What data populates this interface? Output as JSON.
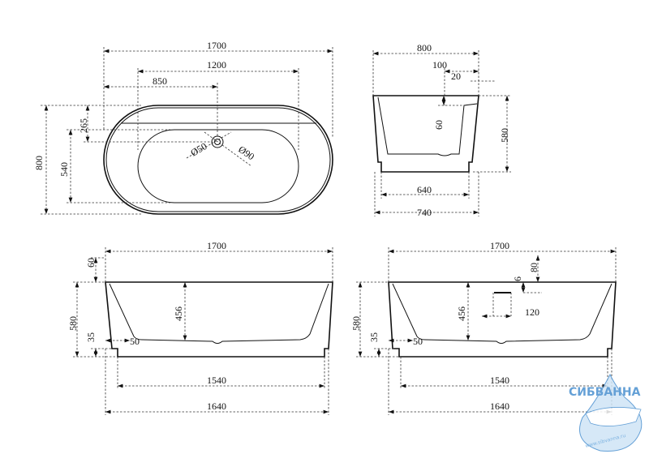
{
  "plan_view": {
    "overall_length": "1700",
    "basin_length": "1200",
    "drain_offset": "850",
    "overall_width": "800",
    "basin_width": "540",
    "drain_side_offset": "265",
    "drain_diameter_small": "Ø50",
    "drain_diameter_large": "Ø90"
  },
  "end_view": {
    "overall_width": "800",
    "rim_width": "100",
    "rim_lip": "20",
    "rim_depth": "60",
    "height": "580",
    "base_inner_width": "640",
    "base_width": "740"
  },
  "side_view_left": {
    "overall_length": "1700",
    "rim_height": "60",
    "height": "580",
    "inner_depth": "456",
    "base_step": "35",
    "step_width": "50",
    "base_inner_length": "1540",
    "base_length": "1640"
  },
  "side_view_right": {
    "overall_length": "1700",
    "overflow_offset": "80",
    "overflow_height": "6",
    "height": "580",
    "inner_depth": "456",
    "overflow_width": "120",
    "base_step": "35",
    "step_width": "50",
    "base_inner_length": "1540",
    "base_length": "1640"
  },
  "watermark": {
    "brand": "СИБВАННА",
    "url": "www.sibvanna.ru",
    "color": "#4a90d0"
  }
}
